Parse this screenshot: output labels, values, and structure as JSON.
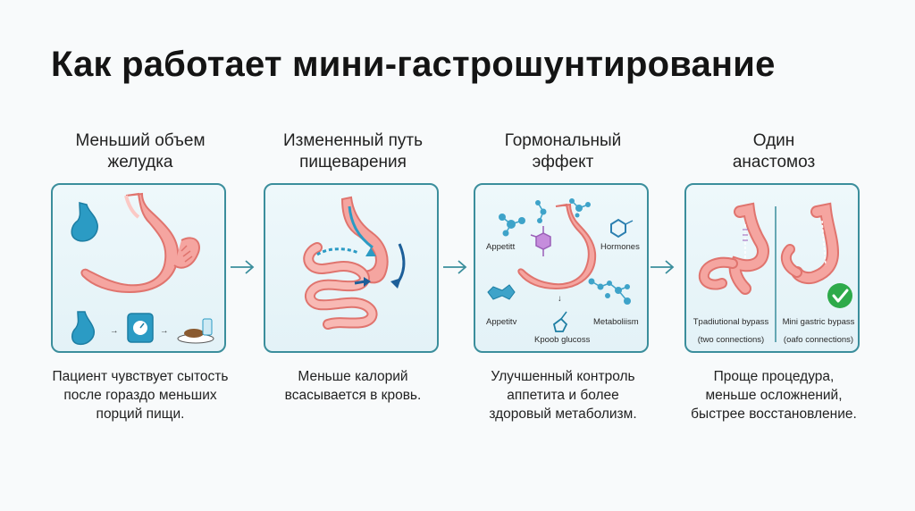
{
  "title": "Как работает мини-гастрошунтирование",
  "steps": [
    {
      "heading_line1": "Меньший объем",
      "heading_line2": "желудка",
      "caption_line1": "Пациент чувствует сытость",
      "caption_line2": "после гораздо меньших",
      "caption_line3": "порций пищи."
    },
    {
      "heading_line1": "Измененный путь",
      "heading_line2": "пищеварения",
      "caption_line1": "Меньше калорий",
      "caption_line2": "всасывается в кровь."
    },
    {
      "heading_line1": "Гормональный",
      "heading_line2": "эффект",
      "caption_line1": "Улучшенный контроль",
      "caption_line2": "аппетита и более",
      "caption_line3": "здоровый метаболизм.",
      "labels": {
        "appetitt": "Appetitt",
        "hormones": "Hormones",
        "appetitv": "Appetitv",
        "metabolism": "Metaboliism",
        "glucose": "Kpoob glucoss"
      }
    },
    {
      "heading_line1": "Один",
      "heading_line2": "анастомоз",
      "caption_line1": "Проще процедура,",
      "caption_line2": "меньше осложнений,",
      "caption_line3": "быстрее восстановление.",
      "labels": {
        "left_title": "Tpadiutional bypass",
        "left_sub": "(two connections)",
        "right_title": "Mini gastric bypass",
        "right_sub": "(oafo connections)"
      }
    }
  ],
  "colors": {
    "accent": "#3b8e9c",
    "stomach_fill": "#f5a5a0",
    "stomach_stroke": "#e0746e",
    "icon_blue": "#2b9bc4",
    "check_green": "#2eaa4a"
  },
  "icons": [
    "small-stomach-icon",
    "scale-icon",
    "food-plate-icon",
    "molecule-icon",
    "check-icon",
    "arrow-right-icon"
  ]
}
